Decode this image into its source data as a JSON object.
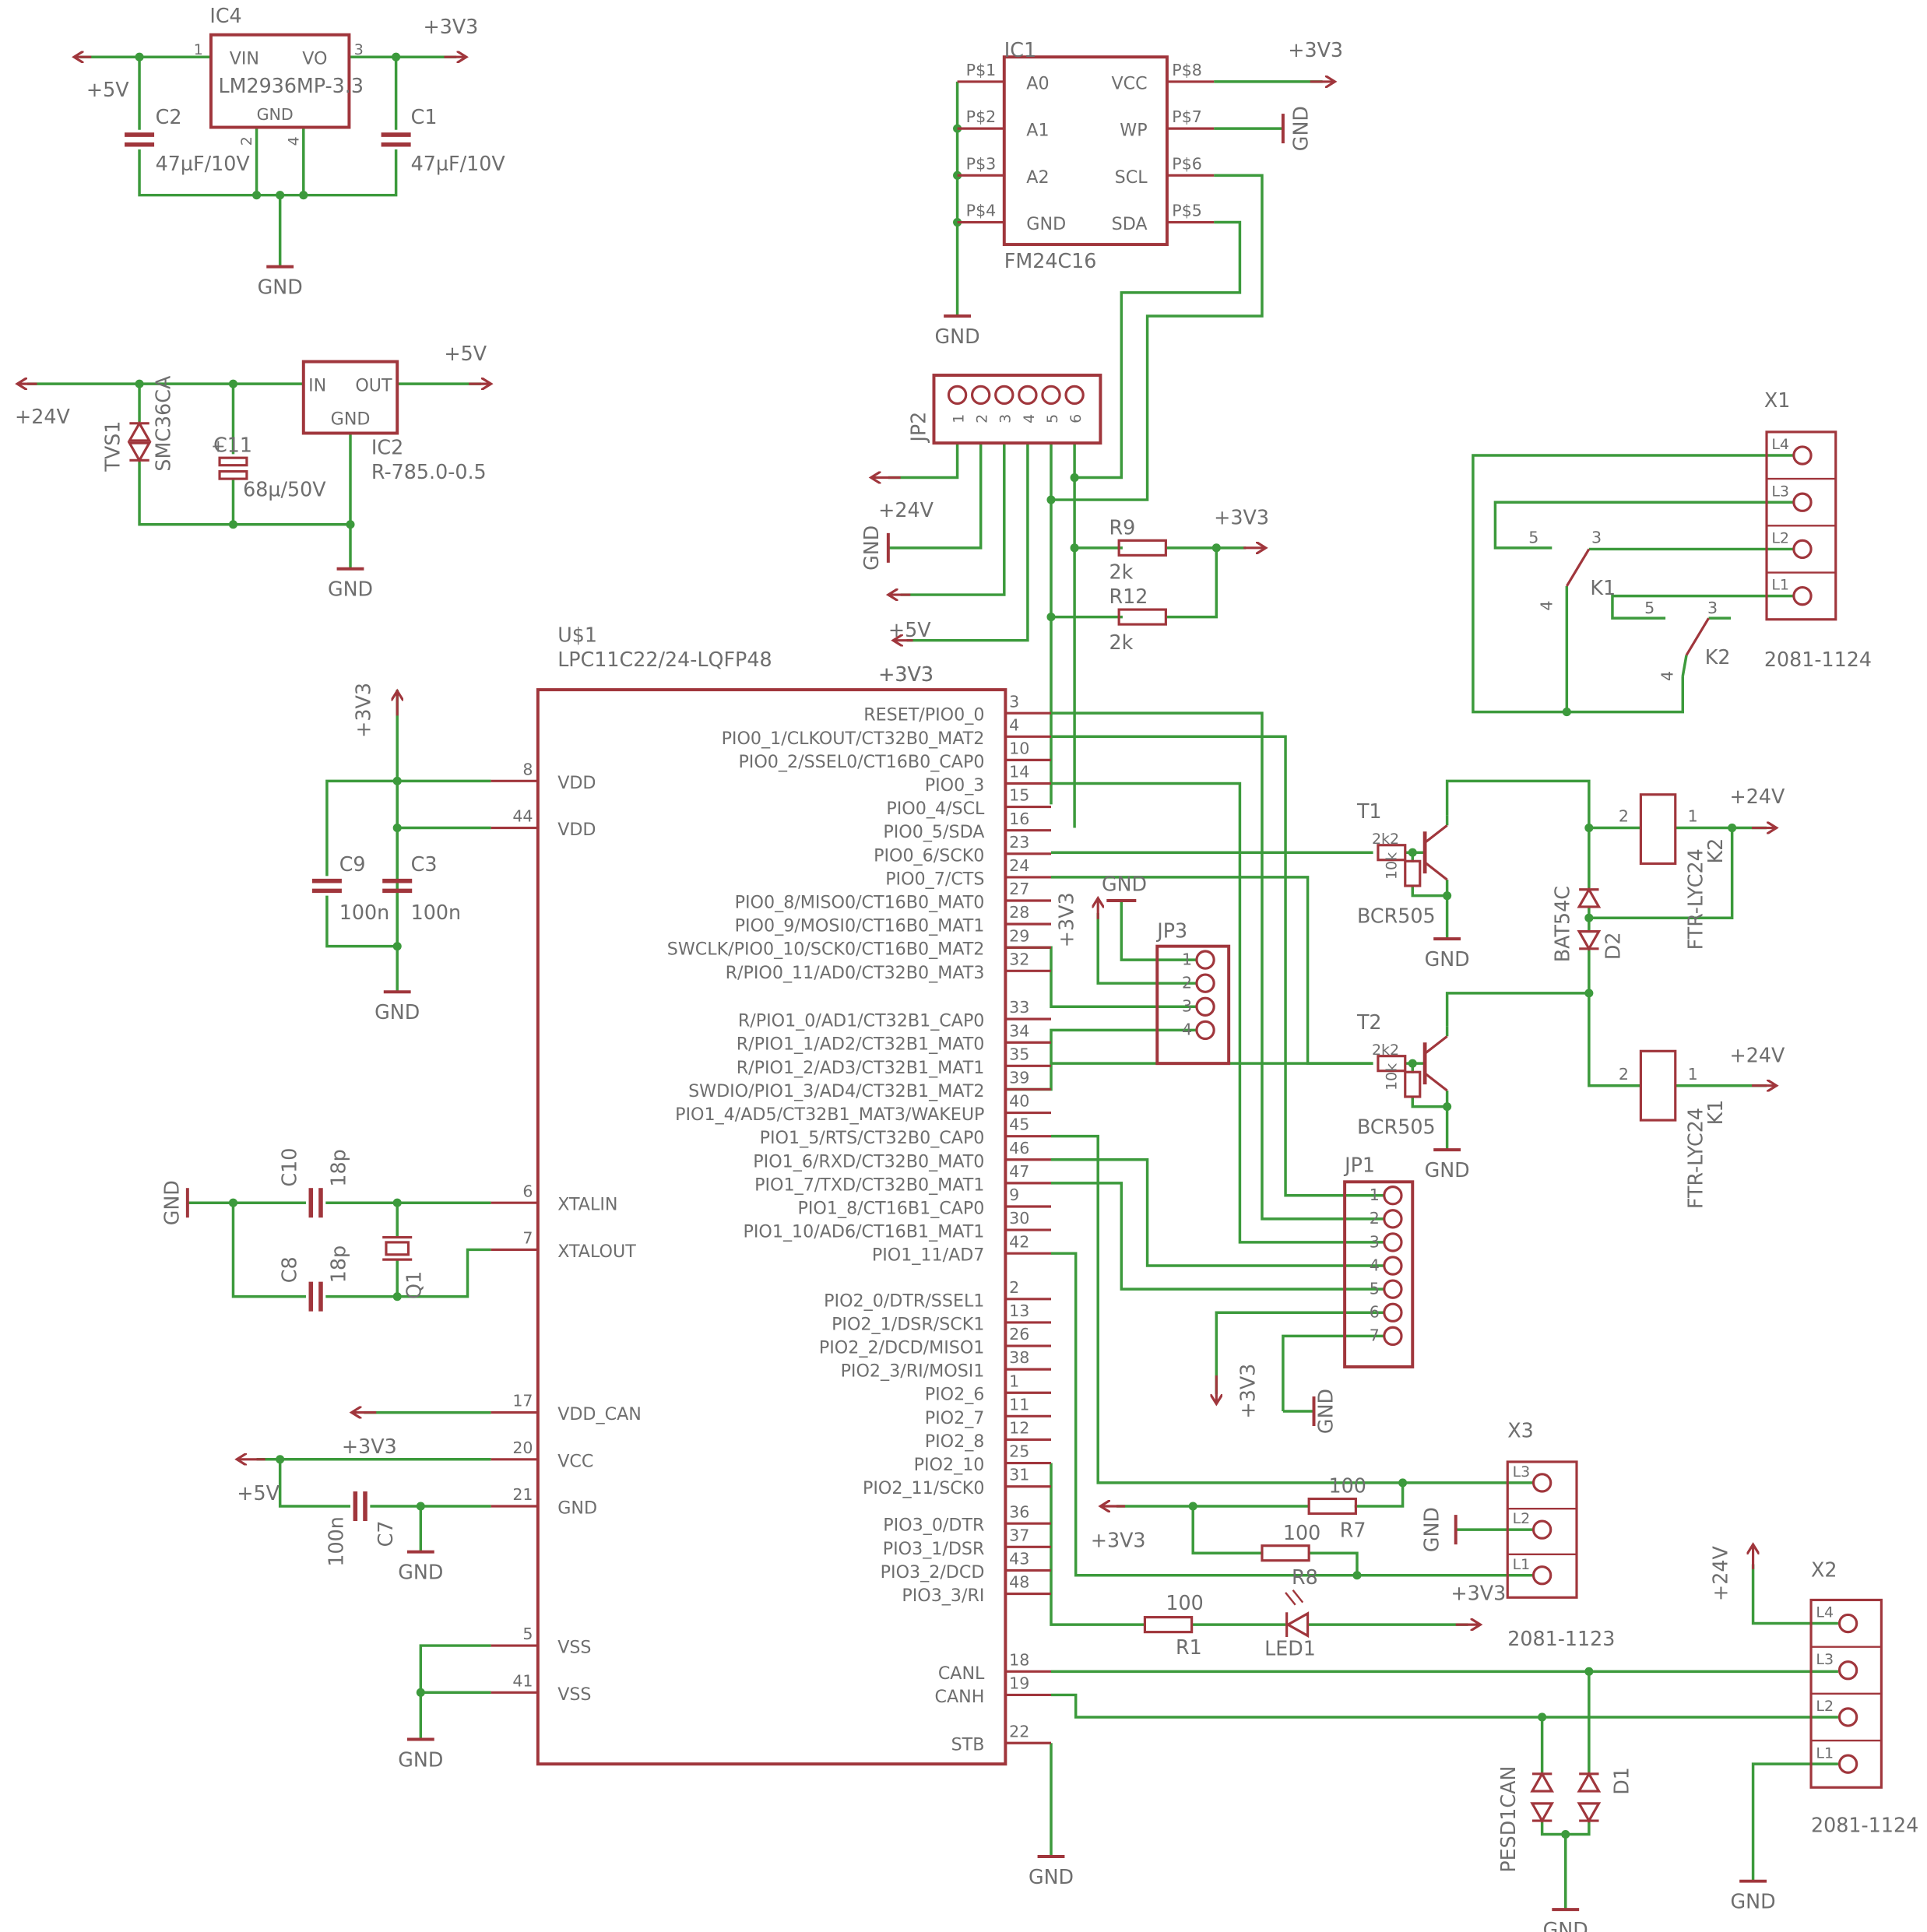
{
  "colors": {
    "wire": "#3c9a3c",
    "symbol": "#a0363c",
    "text": "#6e6e6e",
    "junction": "#3c9a3c",
    "background": "#ffffff"
  },
  "mcu": {
    "name": "U$1",
    "part": "LPC11C22/24-LQFP48",
    "supply_label": "+3V3",
    "left_pins": [
      {
        "num": "8",
        "name": "VDD"
      },
      {
        "num": "44",
        "name": "VDD"
      },
      {
        "num": "6",
        "name": "XTALIN"
      },
      {
        "num": "7",
        "name": "XTALOUT"
      },
      {
        "num": "17",
        "name": "VDD_CAN"
      },
      {
        "num": "20",
        "name": "VCC"
      },
      {
        "num": "21",
        "name": "GND"
      },
      {
        "num": "5",
        "name": "VSS"
      },
      {
        "num": "41",
        "name": "VSS"
      }
    ],
    "right_pins": [
      {
        "num": "3",
        "name": "RESET/PIO0_0"
      },
      {
        "num": "4",
        "name": "PIO0_1/CLKOUT/CT32B0_MAT2"
      },
      {
        "num": "10",
        "name": "PIO0_2/SSEL0/CT16B0_CAP0"
      },
      {
        "num": "14",
        "name": "PIO0_3"
      },
      {
        "num": "15",
        "name": "PIO0_4/SCL"
      },
      {
        "num": "16",
        "name": "PIO0_5/SDA"
      },
      {
        "num": "23",
        "name": "PIO0_6/SCK0"
      },
      {
        "num": "24",
        "name": "PIO0_7/CTS"
      },
      {
        "num": "27",
        "name": "PIO0_8/MISO0/CT16B0_MAT0"
      },
      {
        "num": "28",
        "name": "PIO0_9/MOSI0/CT16B0_MAT1"
      },
      {
        "num": "29",
        "name": "SWCLK/PIO0_10/SCK0/CT16B0_MAT2"
      },
      {
        "num": "32",
        "name": "R/PIO0_11/AD0/CT32B0_MAT3"
      },
      {
        "num": "33",
        "name": "R/PIO1_0/AD1/CT32B1_CAP0"
      },
      {
        "num": "34",
        "name": "R/PIO1_1/AD2/CT32B1_MAT0"
      },
      {
        "num": "35",
        "name": "R/PIO1_2/AD3/CT32B1_MAT1"
      },
      {
        "num": "39",
        "name": "SWDIO/PIO1_3/AD4/CT32B1_MAT2"
      },
      {
        "num": "40",
        "name": "PIO1_4/AD5/CT32B1_MAT3/WAKEUP"
      },
      {
        "num": "45",
        "name": "PIO1_5/RTS/CT32B0_CAP0"
      },
      {
        "num": "46",
        "name": "PIO1_6/RXD/CT32B0_MAT0"
      },
      {
        "num": "47",
        "name": "PIO1_7/TXD/CT32B0_MAT1"
      },
      {
        "num": "9",
        "name": "PIO1_8/CT16B1_CAP0"
      },
      {
        "num": "30",
        "name": "PIO1_10/AD6/CT16B1_MAT1"
      },
      {
        "num": "42",
        "name": "PIO1_11/AD7"
      },
      {
        "num": "2",
        "name": "PIO2_0/DTR/SSEL1"
      },
      {
        "num": "13",
        "name": "PIO2_1/DSR/SCK1"
      },
      {
        "num": "26",
        "name": "PIO2_2/DCD/MISO1"
      },
      {
        "num": "38",
        "name": "PIO2_3/RI/MOSI1"
      },
      {
        "num": "1",
        "name": "PIO2_6"
      },
      {
        "num": "11",
        "name": "PIO2_7"
      },
      {
        "num": "12",
        "name": "PIO2_8"
      },
      {
        "num": "25",
        "name": "PIO2_10"
      },
      {
        "num": "31",
        "name": "PIO2_11/SCK0"
      },
      {
        "num": "36",
        "name": "PIO3_0/DTR"
      },
      {
        "num": "37",
        "name": "PIO3_1/DSR"
      },
      {
        "num": "43",
        "name": "PIO3_2/DCD"
      },
      {
        "num": "48",
        "name": "PIO3_3/RI"
      },
      {
        "num": "18",
        "name": "CANL"
      },
      {
        "num": "19",
        "name": "CANH"
      },
      {
        "num": "22",
        "name": "STB"
      }
    ]
  },
  "ic4": {
    "name": "IC4",
    "part": "LM2936MP-3.3",
    "pin_vin": "VIN",
    "pin_vo": "VO",
    "pin_gnd": "GND",
    "n1": "1",
    "n2": "2",
    "n3": "3",
    "n4": "4"
  },
  "ic2": {
    "name": "IC2",
    "part": "R-785.0-0.5",
    "pin_in": "IN",
    "pin_out": "OUT",
    "pin_gnd": "GND"
  },
  "ic1": {
    "name": "IC1",
    "part": "FM24C16",
    "left": [
      {
        "pad": "P$1",
        "name": "A0"
      },
      {
        "pad": "P$2",
        "name": "A1"
      },
      {
        "pad": "P$3",
        "name": "A2"
      },
      {
        "pad": "P$4",
        "name": "GND"
      }
    ],
    "right": [
      {
        "pad": "P$8",
        "name": "VCC"
      },
      {
        "pad": "P$7",
        "name": "WP"
      },
      {
        "pad": "P$6",
        "name": "SCL"
      },
      {
        "pad": "P$5",
        "name": "SDA"
      }
    ]
  },
  "caps": {
    "c2": {
      "name": "C2",
      "value": "47µF/10V"
    },
    "c1": {
      "name": "C1",
      "value": "47µF/10V"
    },
    "c11": {
      "name": "C11",
      "value": "68µ/50V"
    },
    "c9": {
      "name": "C9",
      "value": "100n"
    },
    "c3": {
      "name": "C3",
      "value": "100n"
    },
    "c10": {
      "name": "C10",
      "value": "18p"
    },
    "c8": {
      "name": "C8",
      "value": "18p"
    },
    "c7": {
      "name": "C7",
      "value": "100n"
    }
  },
  "resistors": {
    "r9": {
      "name": "R9",
      "value": "2k"
    },
    "r12": {
      "name": "R12",
      "value": "2k"
    },
    "r7": {
      "name": "R7",
      "value": "100"
    },
    "r8": {
      "name": "R8",
      "value": "100"
    },
    "r1": {
      "name": "R1",
      "value": "100"
    }
  },
  "tvs1": {
    "name": "TVS1",
    "part": "SMC36CA"
  },
  "q1": {
    "name": "Q1"
  },
  "led1": {
    "name": "LED1"
  },
  "d1": {
    "name": "D1",
    "part": "PESD1CAN"
  },
  "d2": {
    "name": "D2",
    "part": "BAT54C"
  },
  "t1": {
    "name": "T1",
    "part": "BCR505",
    "r_base": "2k2",
    "r_be": "10k"
  },
  "t2": {
    "name": "T2",
    "part": "BCR505",
    "r_base": "2k2",
    "r_be": "10k"
  },
  "k1": {
    "name": "K1",
    "part": "FTR-LYC24",
    "coil_pins": [
      "2",
      "1"
    ],
    "contact": "K1",
    "c5": "5",
    "c3": "3",
    "c4": "4"
  },
  "k2": {
    "name": "K2",
    "part": "FTR-LYC24",
    "coil_pins": [
      "2",
      "1"
    ],
    "contact": "K2",
    "c5": "5",
    "c3": "3",
    "c4": "4"
  },
  "jp1": {
    "name": "JP1",
    "pins": [
      "1",
      "2",
      "3",
      "4",
      "5",
      "6",
      "7"
    ]
  },
  "jp2": {
    "name": "JP2",
    "pins": [
      "1",
      "2",
      "3",
      "4",
      "5",
      "6"
    ]
  },
  "jp3": {
    "name": "JP3",
    "pins": [
      "1",
      "2",
      "3",
      "4"
    ]
  },
  "x1": {
    "name": "X1",
    "part": "2081-1124",
    "pins": [
      "L4",
      "L3",
      "L2",
      "L1"
    ]
  },
  "x2": {
    "name": "X2",
    "part": "2081-1124",
    "pins": [
      "L4",
      "L3",
      "L2",
      "L1"
    ]
  },
  "x3": {
    "name": "X3",
    "part": "2081-1123",
    "pins": [
      "L3",
      "L2",
      "L1"
    ]
  },
  "supplies": {
    "p5v": "+5V",
    "p3v3": "+3V3",
    "p24v": "+24V",
    "gnd": "GND"
  }
}
